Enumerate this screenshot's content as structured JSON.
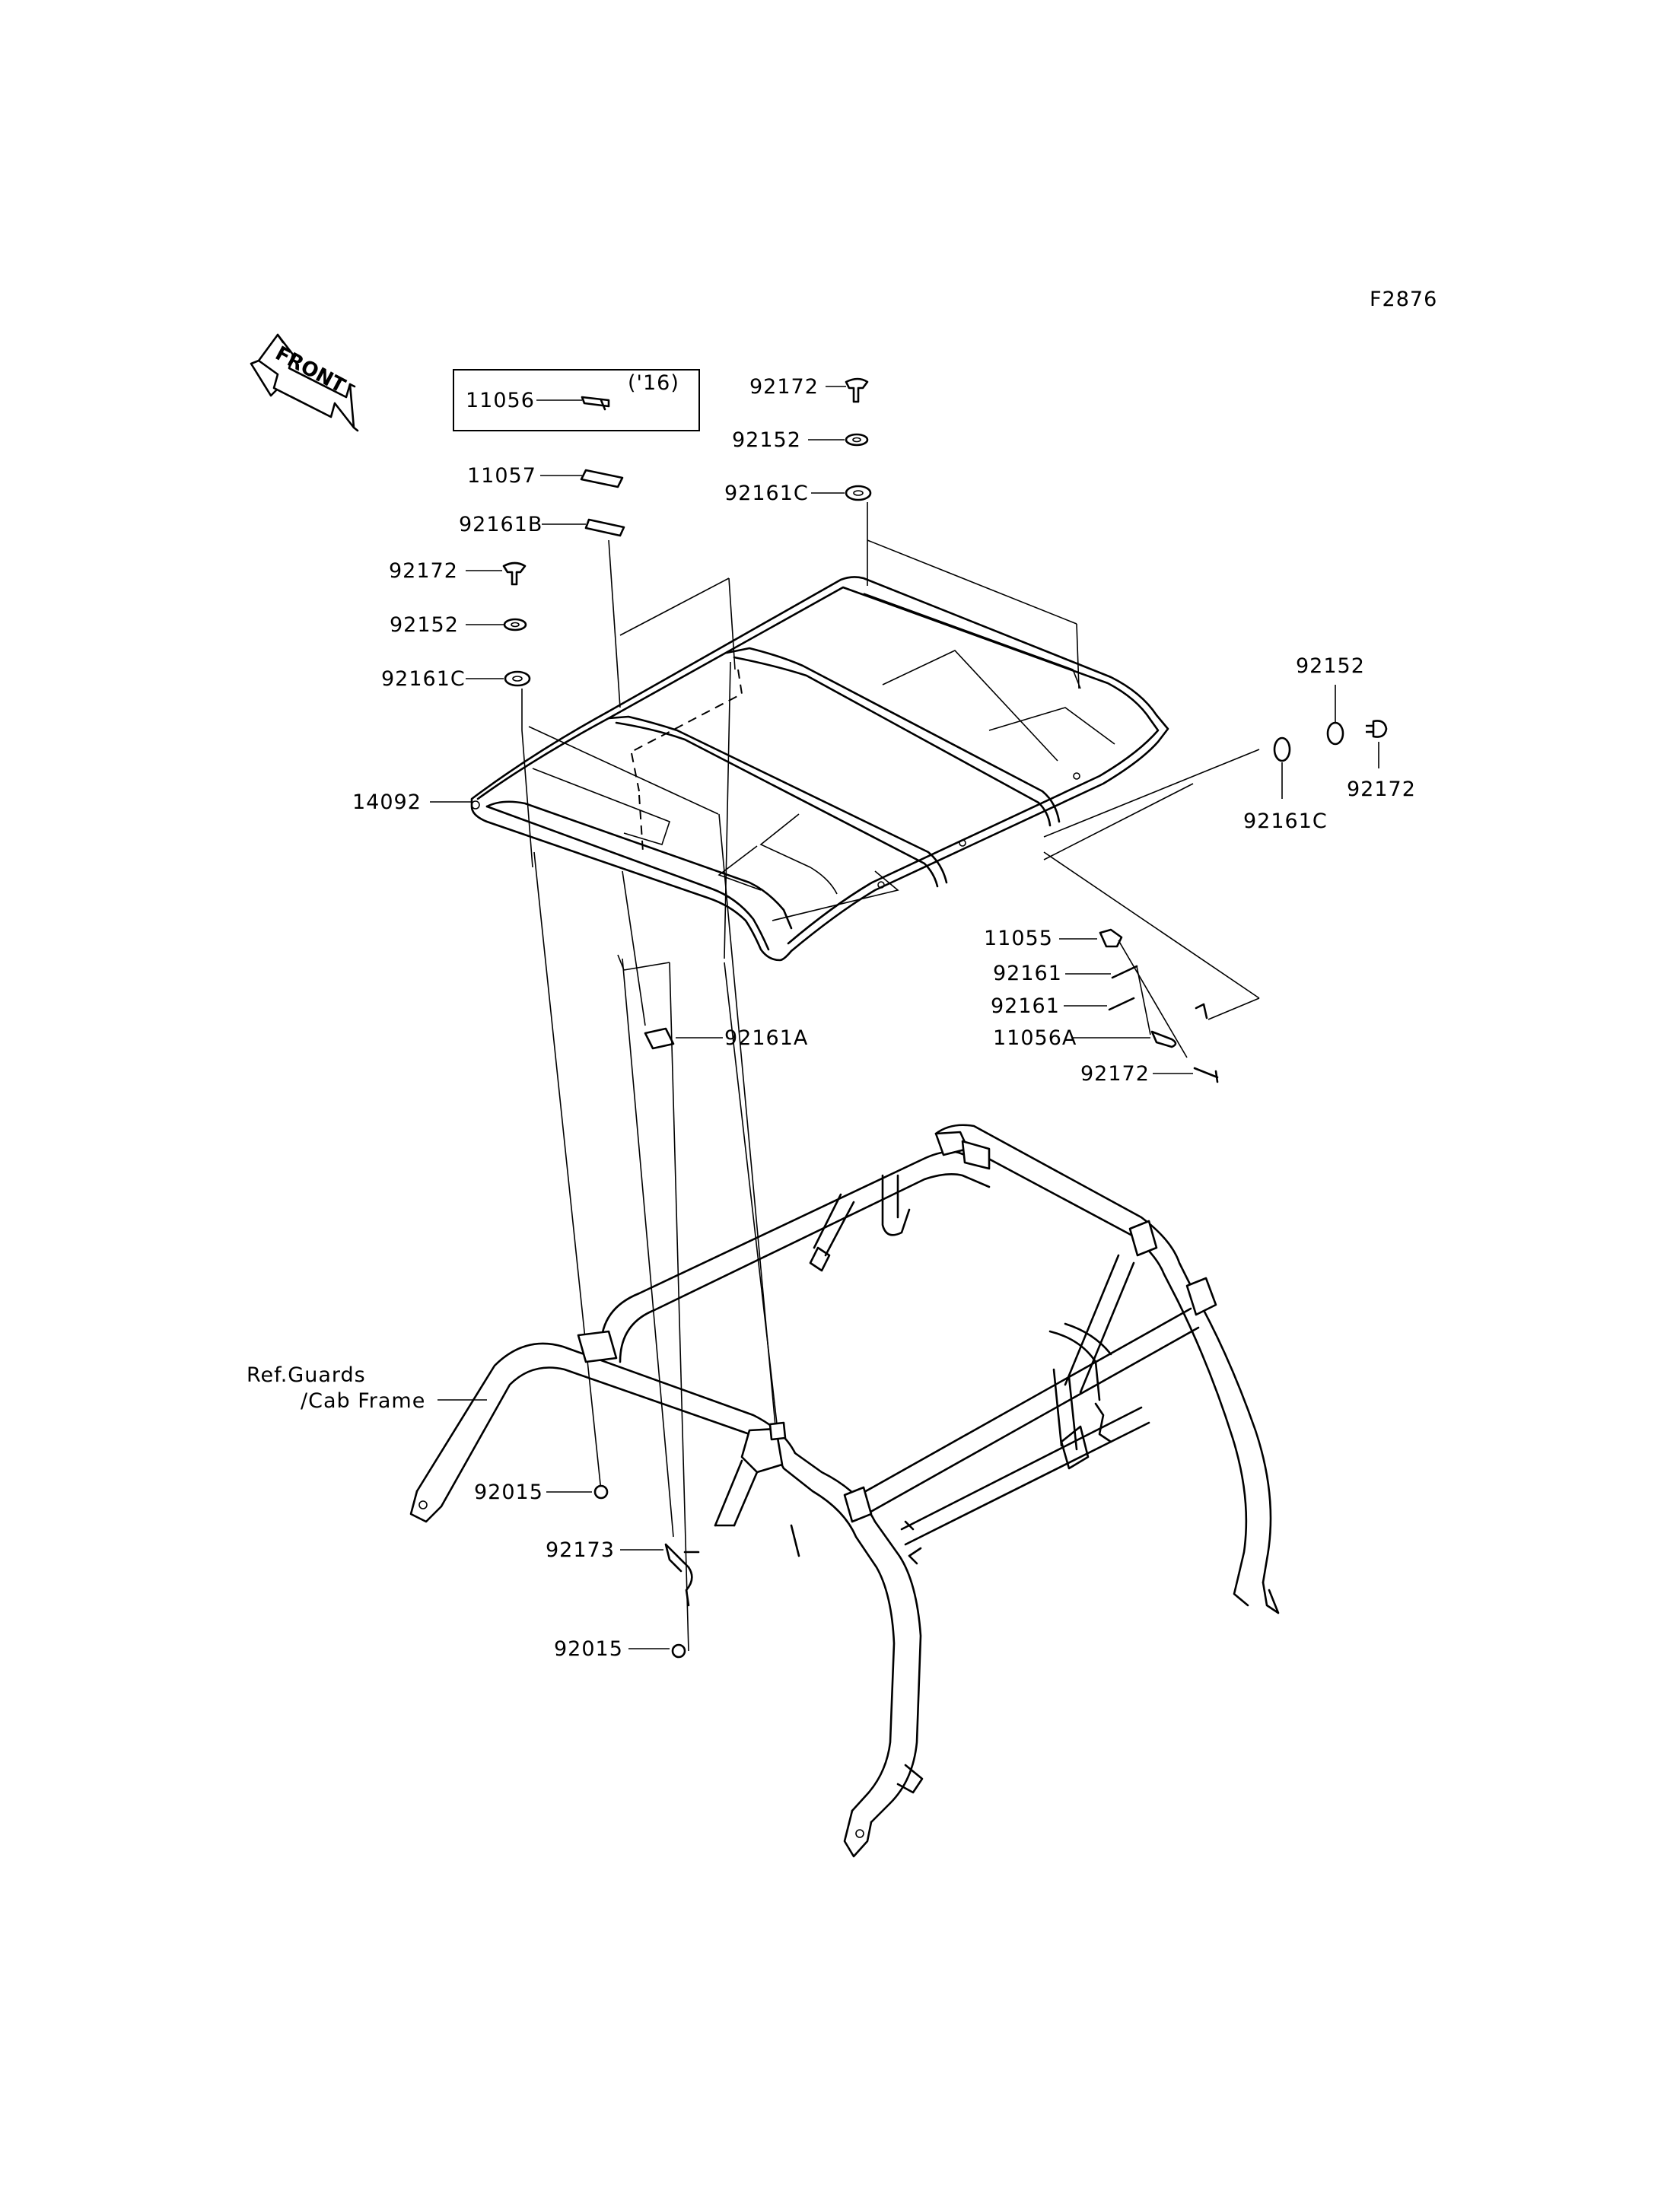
{
  "figure_id": "F2876",
  "front_label": "FRONT",
  "inset": {
    "part": "11056",
    "note": "('16)"
  },
  "labels": {
    "p11057": "11057",
    "p92161b": "92161B",
    "p92172_top": "92172",
    "p92152_top": "92152",
    "p92161c_top": "92161C",
    "p92172_left": "92172",
    "p92152_left": "92152",
    "p92161c_left": "92161C",
    "p14092": "14092",
    "p92152_right": "92152",
    "p92172_right": "92172",
    "p92161c_right": "92161C",
    "p92161a": "92161A",
    "p11055": "11055",
    "p92161_a": "92161",
    "p92161_b": "92161",
    "p11056a": "11056A",
    "p92172_bottom": "92172",
    "p92015_upper": "92015",
    "p92173": "92173",
    "p92015_lower": "92015"
  },
  "reference": {
    "line1": "Ref.Guards",
    "line2": "/Cab Frame"
  }
}
